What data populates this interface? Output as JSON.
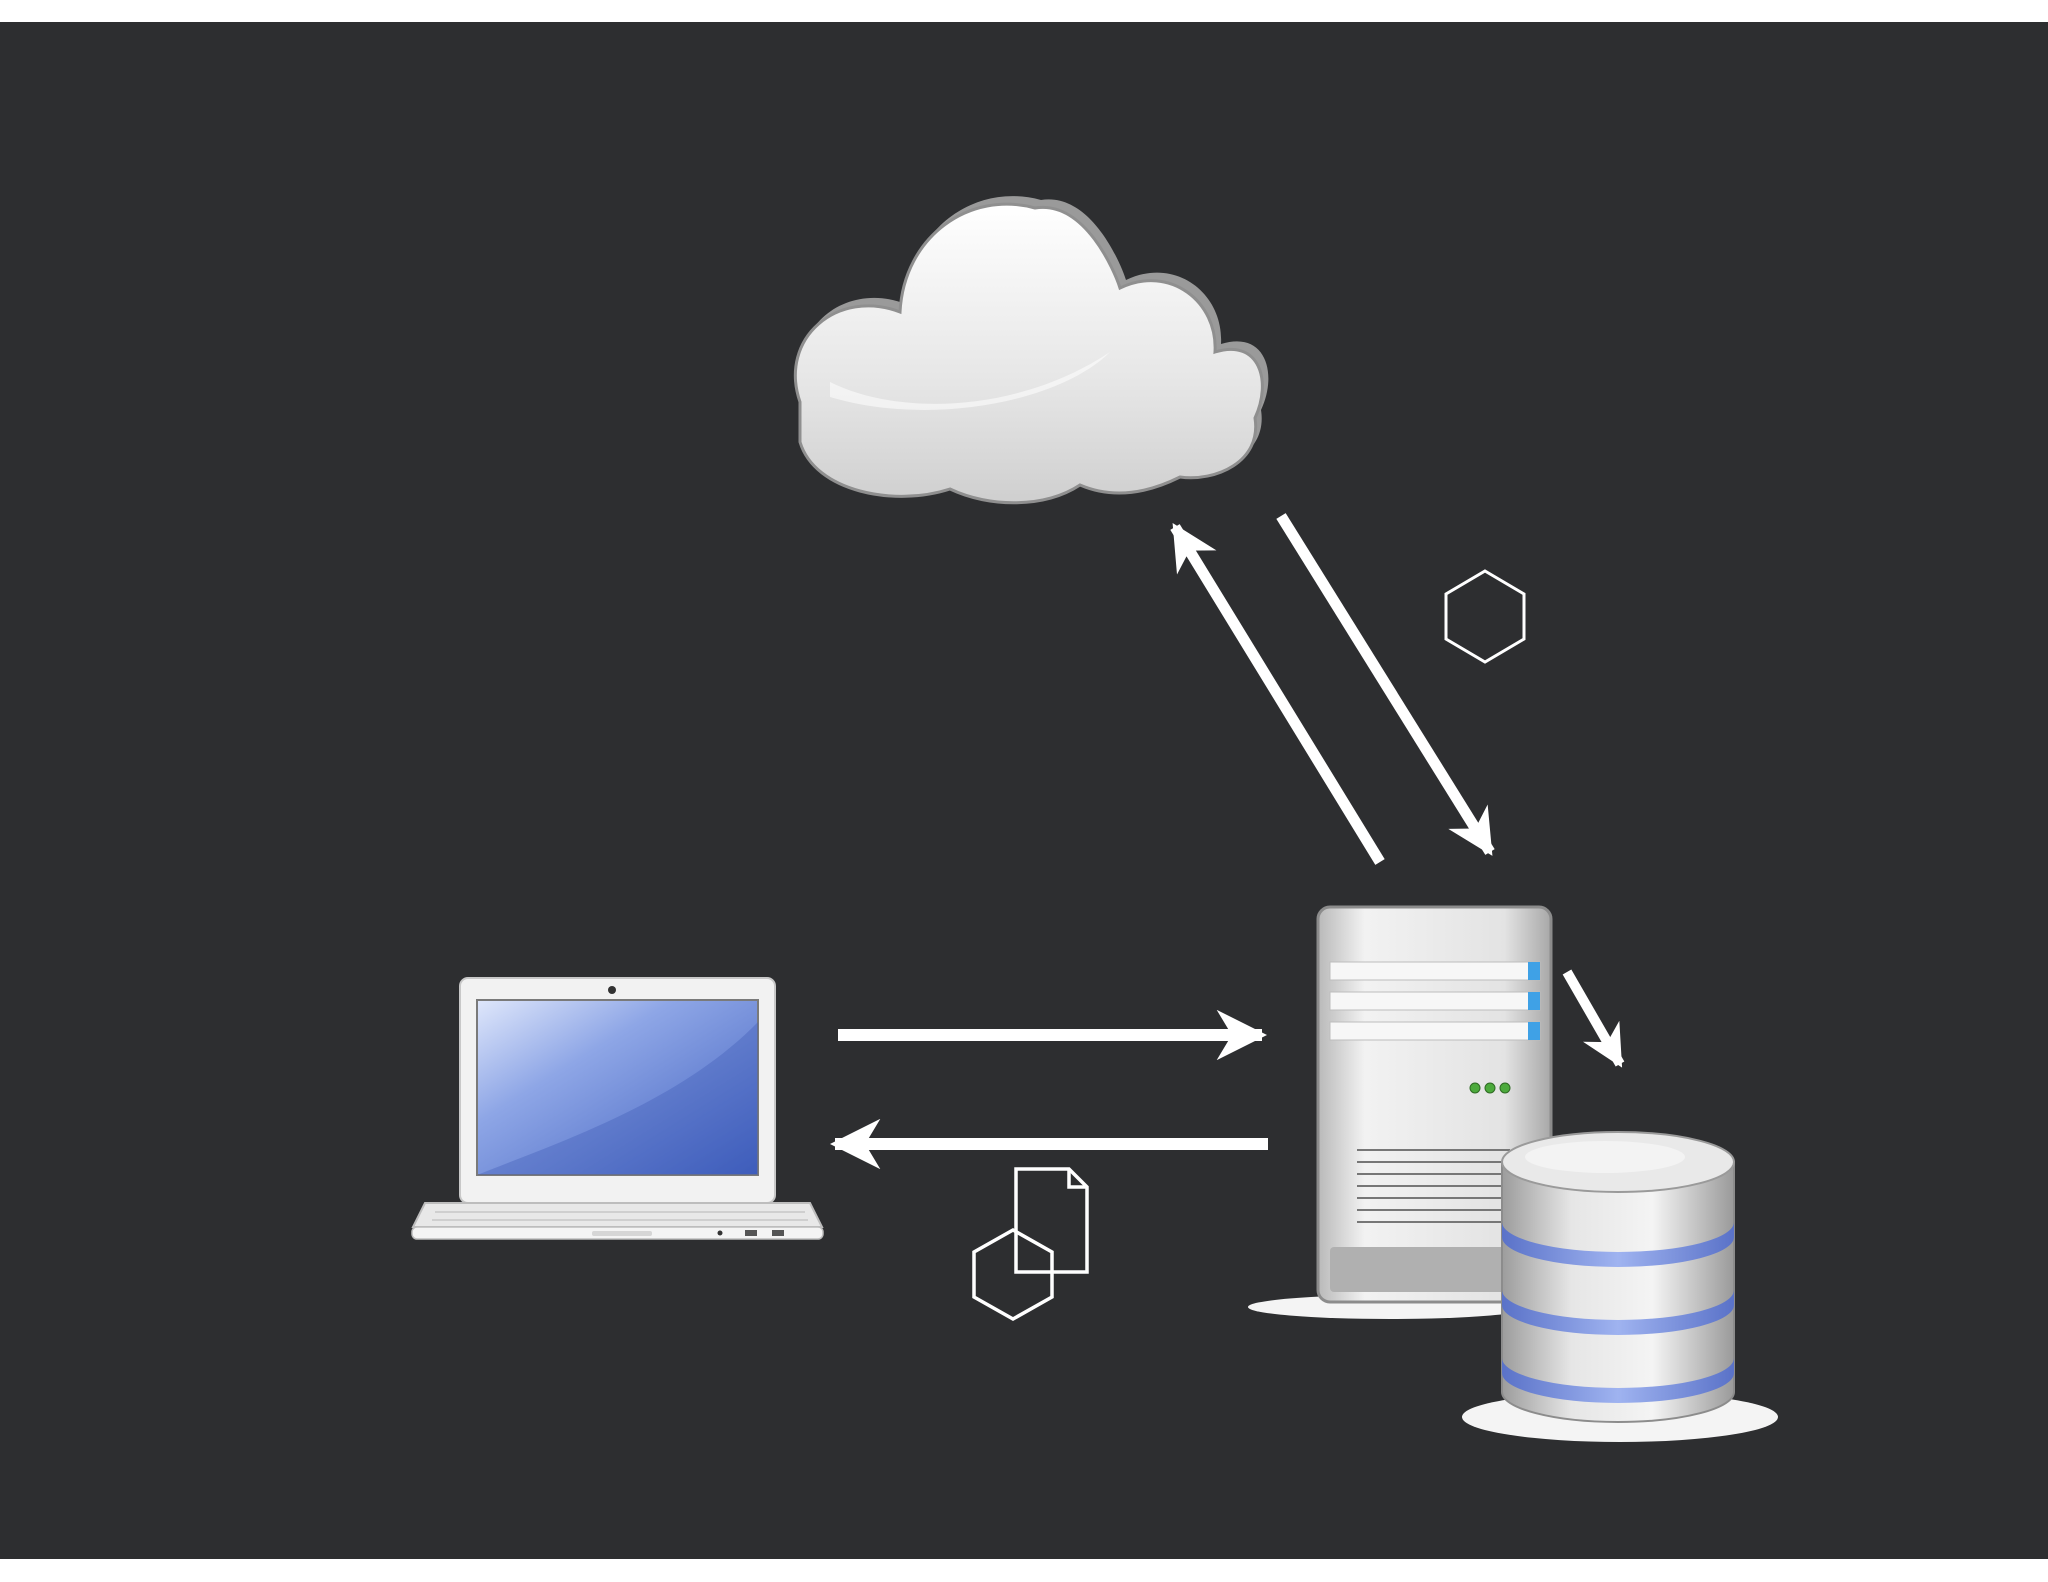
{
  "diagram": {
    "nodes": [
      {
        "id": "cloud",
        "icon": "cloud-icon"
      },
      {
        "id": "laptop",
        "icon": "laptop-icon"
      },
      {
        "id": "server",
        "icon": "server-tower-icon"
      },
      {
        "id": "database",
        "icon": "database-icon"
      }
    ],
    "edges": [
      {
        "from": "server",
        "to": "cloud"
      },
      {
        "from": "cloud",
        "to": "server"
      },
      {
        "from": "laptop",
        "to": "server"
      },
      {
        "from": "server",
        "to": "laptop"
      },
      {
        "from": "server",
        "to": "database"
      }
    ],
    "edge_markers": [
      {
        "edge": "cloud-to-server",
        "icon": "hexagon-icon"
      },
      {
        "edge": "server-to-laptop",
        "icon": "hexagon-document-icon"
      }
    ]
  },
  "colors": {
    "background": "#2d2e30",
    "arrows": "#ffffff",
    "laptop_screen": "#4f72c8",
    "database_band": "#7d96e6",
    "server_led": "#3fa1e6"
  }
}
